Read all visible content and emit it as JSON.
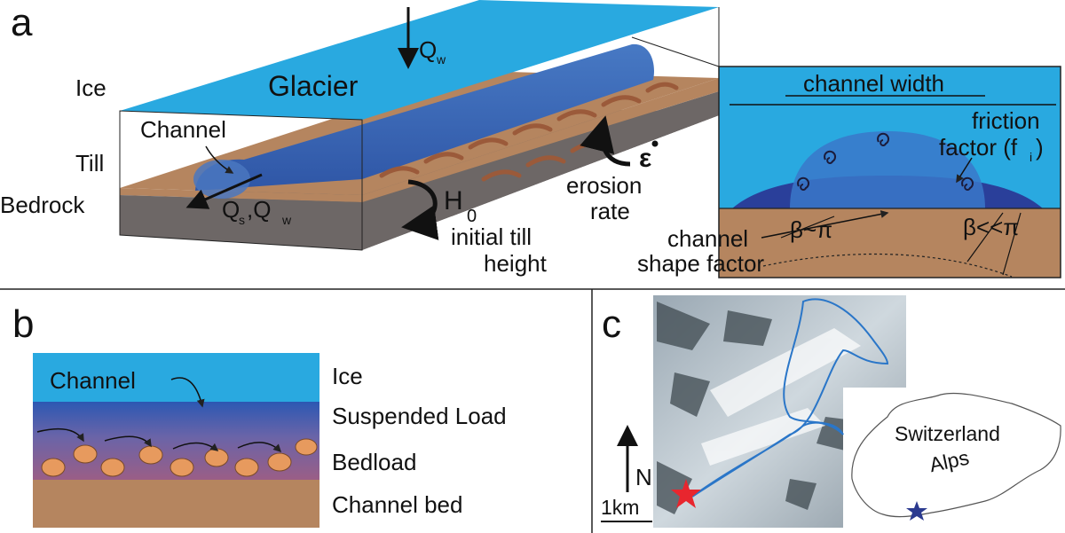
{
  "panel_a": {
    "letter": "a",
    "layers": {
      "ice": "Ice",
      "till": "Till",
      "bedrock": "Bedrock"
    },
    "glacier": "Glacier",
    "channel": "Channel",
    "qw_top": {
      "main": "Q",
      "sub": "w"
    },
    "qs_qw": {
      "q1": "Q",
      "s": "s",
      "comma": ",Q",
      "w": "w"
    },
    "h0": {
      "main": "H",
      "sub": "0"
    },
    "till_height": [
      "initial till",
      "height"
    ],
    "epsilon": "ε",
    "erosion": [
      "erosion",
      "rate"
    ],
    "inset": {
      "channel_width": "channel width",
      "friction": [
        "friction",
        "factor (f"
      ],
      "friction_sub": "i",
      "friction_close": ")",
      "beta1": "β~π",
      "beta2": "β<<π",
      "shape": [
        "channel",
        "shape factor"
      ]
    }
  },
  "panel_b": {
    "letter": "b",
    "channel": "Channel",
    "labels": [
      "Ice",
      "Suspended Load",
      "Bedload",
      "Channel bed"
    ]
  },
  "panel_c": {
    "letter": "c",
    "north": "N",
    "scale": "1km",
    "country": "Switzerland",
    "region": "Alps"
  },
  "colors": {
    "ice": "#29a9e0",
    "glacier_channel": "#3f6bb7",
    "till": "#b5855f",
    "bedrock": "#6d6766",
    "arrow_brown": "#9b5a3a",
    "star_red": "#e8262e",
    "star_blue": "#2b3a8f"
  }
}
